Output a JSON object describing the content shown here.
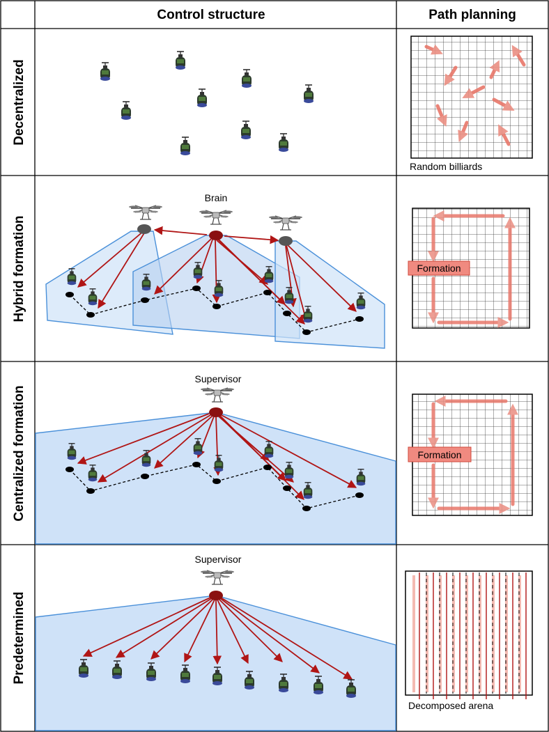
{
  "headers": {
    "control": "Control structure",
    "path": "Path planning"
  },
  "rows": [
    {
      "id": "decentralized",
      "label": "Decentralized",
      "path_caption": "Random billiards"
    },
    {
      "id": "hybrid",
      "label": "Hybrid formation",
      "leader_label": "Brain",
      "path_label": "Formation"
    },
    {
      "id": "centralized",
      "label": "Centralized formation",
      "leader_label": "Supervisor",
      "path_label": "Formation"
    },
    {
      "id": "predetermined",
      "label": "Predetermined",
      "leader_label": "Supervisor",
      "path_caption": "Decomposed arena"
    }
  ],
  "colors": {
    "arrow": "#b01515",
    "leader": "#8a1010",
    "sub_leader": "#555555",
    "zone_fill": "#cfe2f8",
    "zone_stroke": "#4a90d9",
    "path_arrow": "#e8776a"
  }
}
